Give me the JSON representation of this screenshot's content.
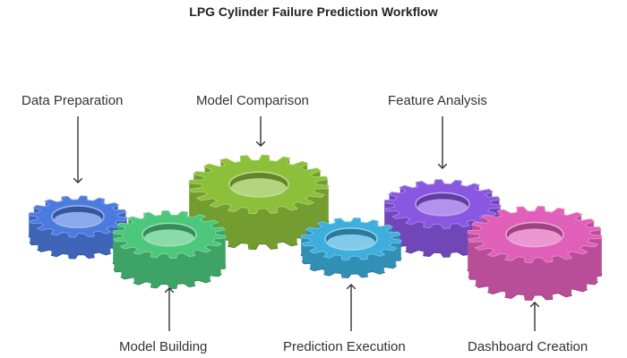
{
  "title": "LPG Cylinder Failure Prediction Workflow",
  "steps": [
    {
      "label": "Data Preparation",
      "color": "#4C7BE0"
    },
    {
      "label": "Model Building",
      "color": "#4DC77C"
    },
    {
      "label": "Model Comparison",
      "color": "#8CBF3A"
    },
    {
      "label": "Prediction Execution",
      "color": "#3DAEDD"
    },
    {
      "label": "Feature Analysis",
      "color": "#8A57E0"
    },
    {
      "label": "Dashboard Creation",
      "color": "#E05FB9"
    }
  ]
}
